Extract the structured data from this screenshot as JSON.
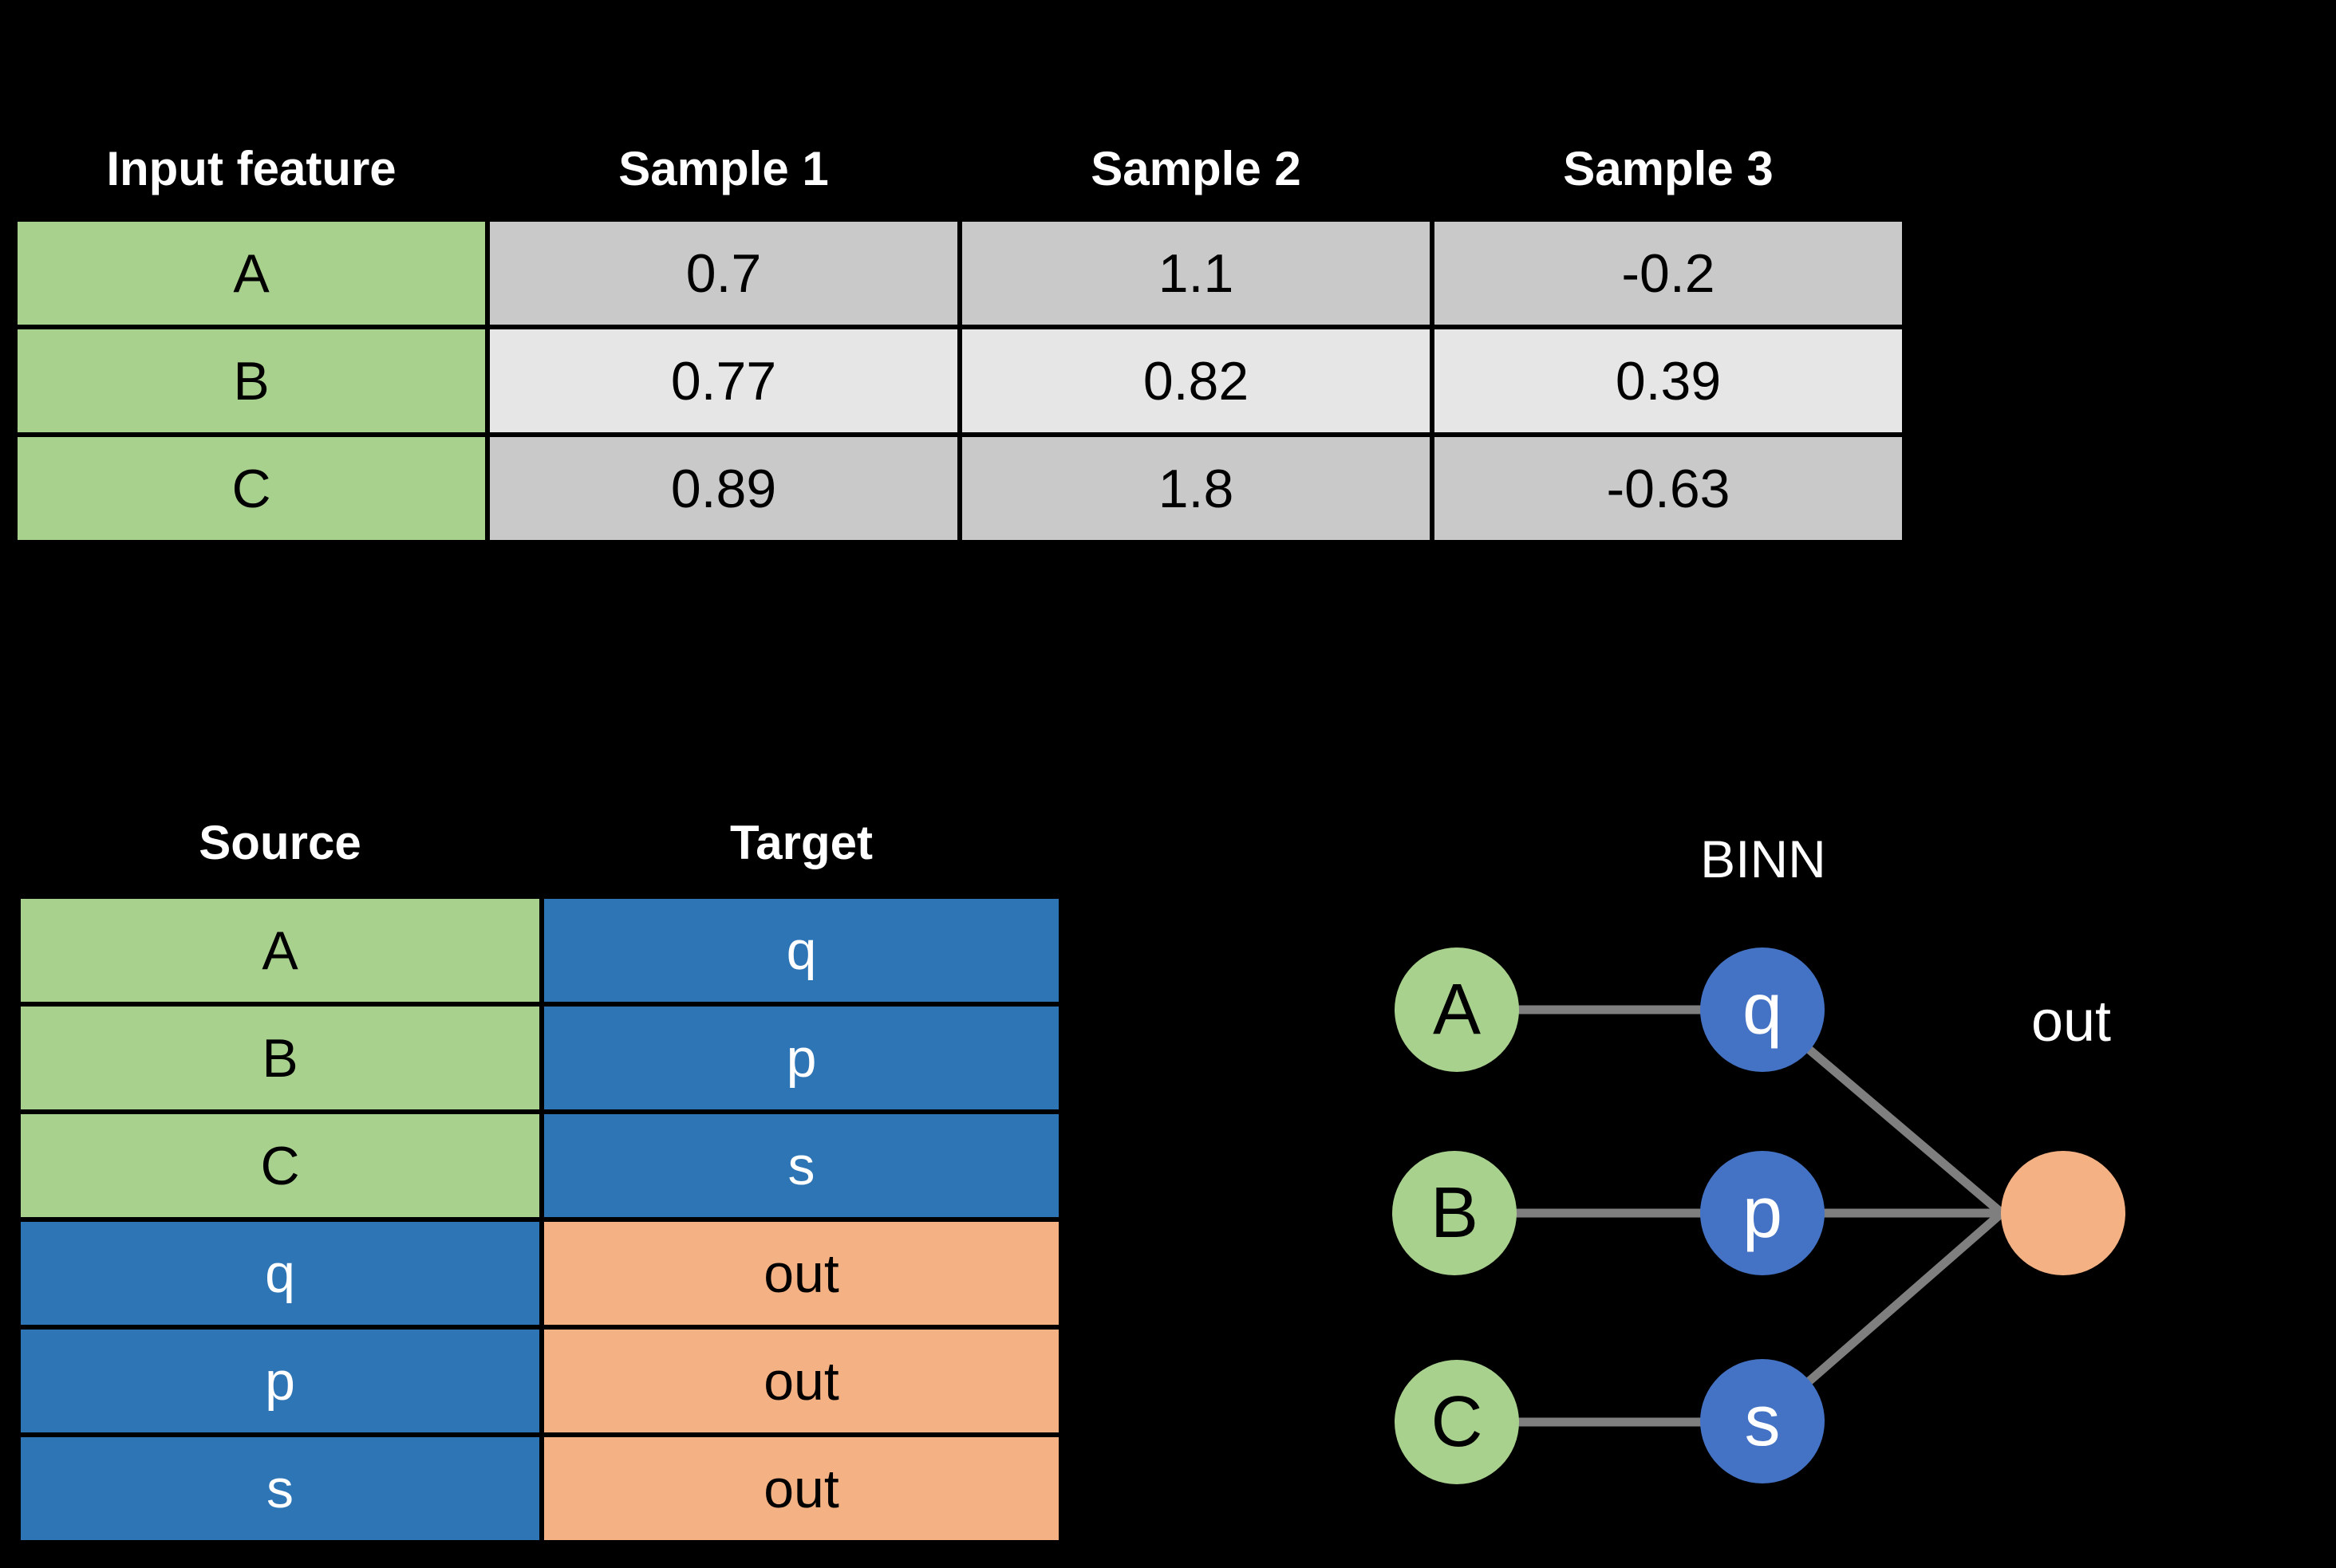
{
  "figure": {
    "background": "#000000"
  },
  "input_table": {
    "column_headers": [
      "Input feature",
      "Sample 1",
      "Sample 2",
      "Sample 3"
    ],
    "rows": [
      {
        "feature": "A",
        "values": [
          "0.7",
          "1.1",
          "-0.2"
        ]
      },
      {
        "feature": "B",
        "values": [
          "0.77",
          "0.82",
          "0.39"
        ]
      },
      {
        "feature": "C",
        "values": [
          "0.89",
          "1.8",
          "-0.63"
        ]
      }
    ]
  },
  "edge_table": {
    "column_headers": [
      "Source",
      "Target"
    ],
    "rows": [
      {
        "source": "A",
        "target": "q"
      },
      {
        "source": "B",
        "target": "p"
      },
      {
        "source": "C",
        "target": "s"
      },
      {
        "source": "q",
        "target": "out"
      },
      {
        "source": "p",
        "target": "out"
      },
      {
        "source": "s",
        "target": "out"
      }
    ]
  },
  "network": {
    "title": "BINN",
    "input_nodes": [
      "A",
      "B",
      "C"
    ],
    "hidden_nodes": [
      "q",
      "p",
      "s"
    ],
    "output_node_label": "out",
    "edges": [
      [
        "A",
        "q"
      ],
      [
        "B",
        "p"
      ],
      [
        "C",
        "s"
      ],
      [
        "q",
        "out"
      ],
      [
        "p",
        "out"
      ],
      [
        "s",
        "out"
      ]
    ]
  },
  "colors": {
    "background": "#000000",
    "input_feature_green": "#A9D18E",
    "hidden_blue_table": "#2E75B6",
    "hidden_blue_node": "#4472C4",
    "output_orange": "#F4B183",
    "sample_row_gray": "#C9C9C9",
    "sample_row_light_gray": "#E7E6E6",
    "edge_gray": "#7F7F7F",
    "header_text_white": "#FFFFFF"
  }
}
